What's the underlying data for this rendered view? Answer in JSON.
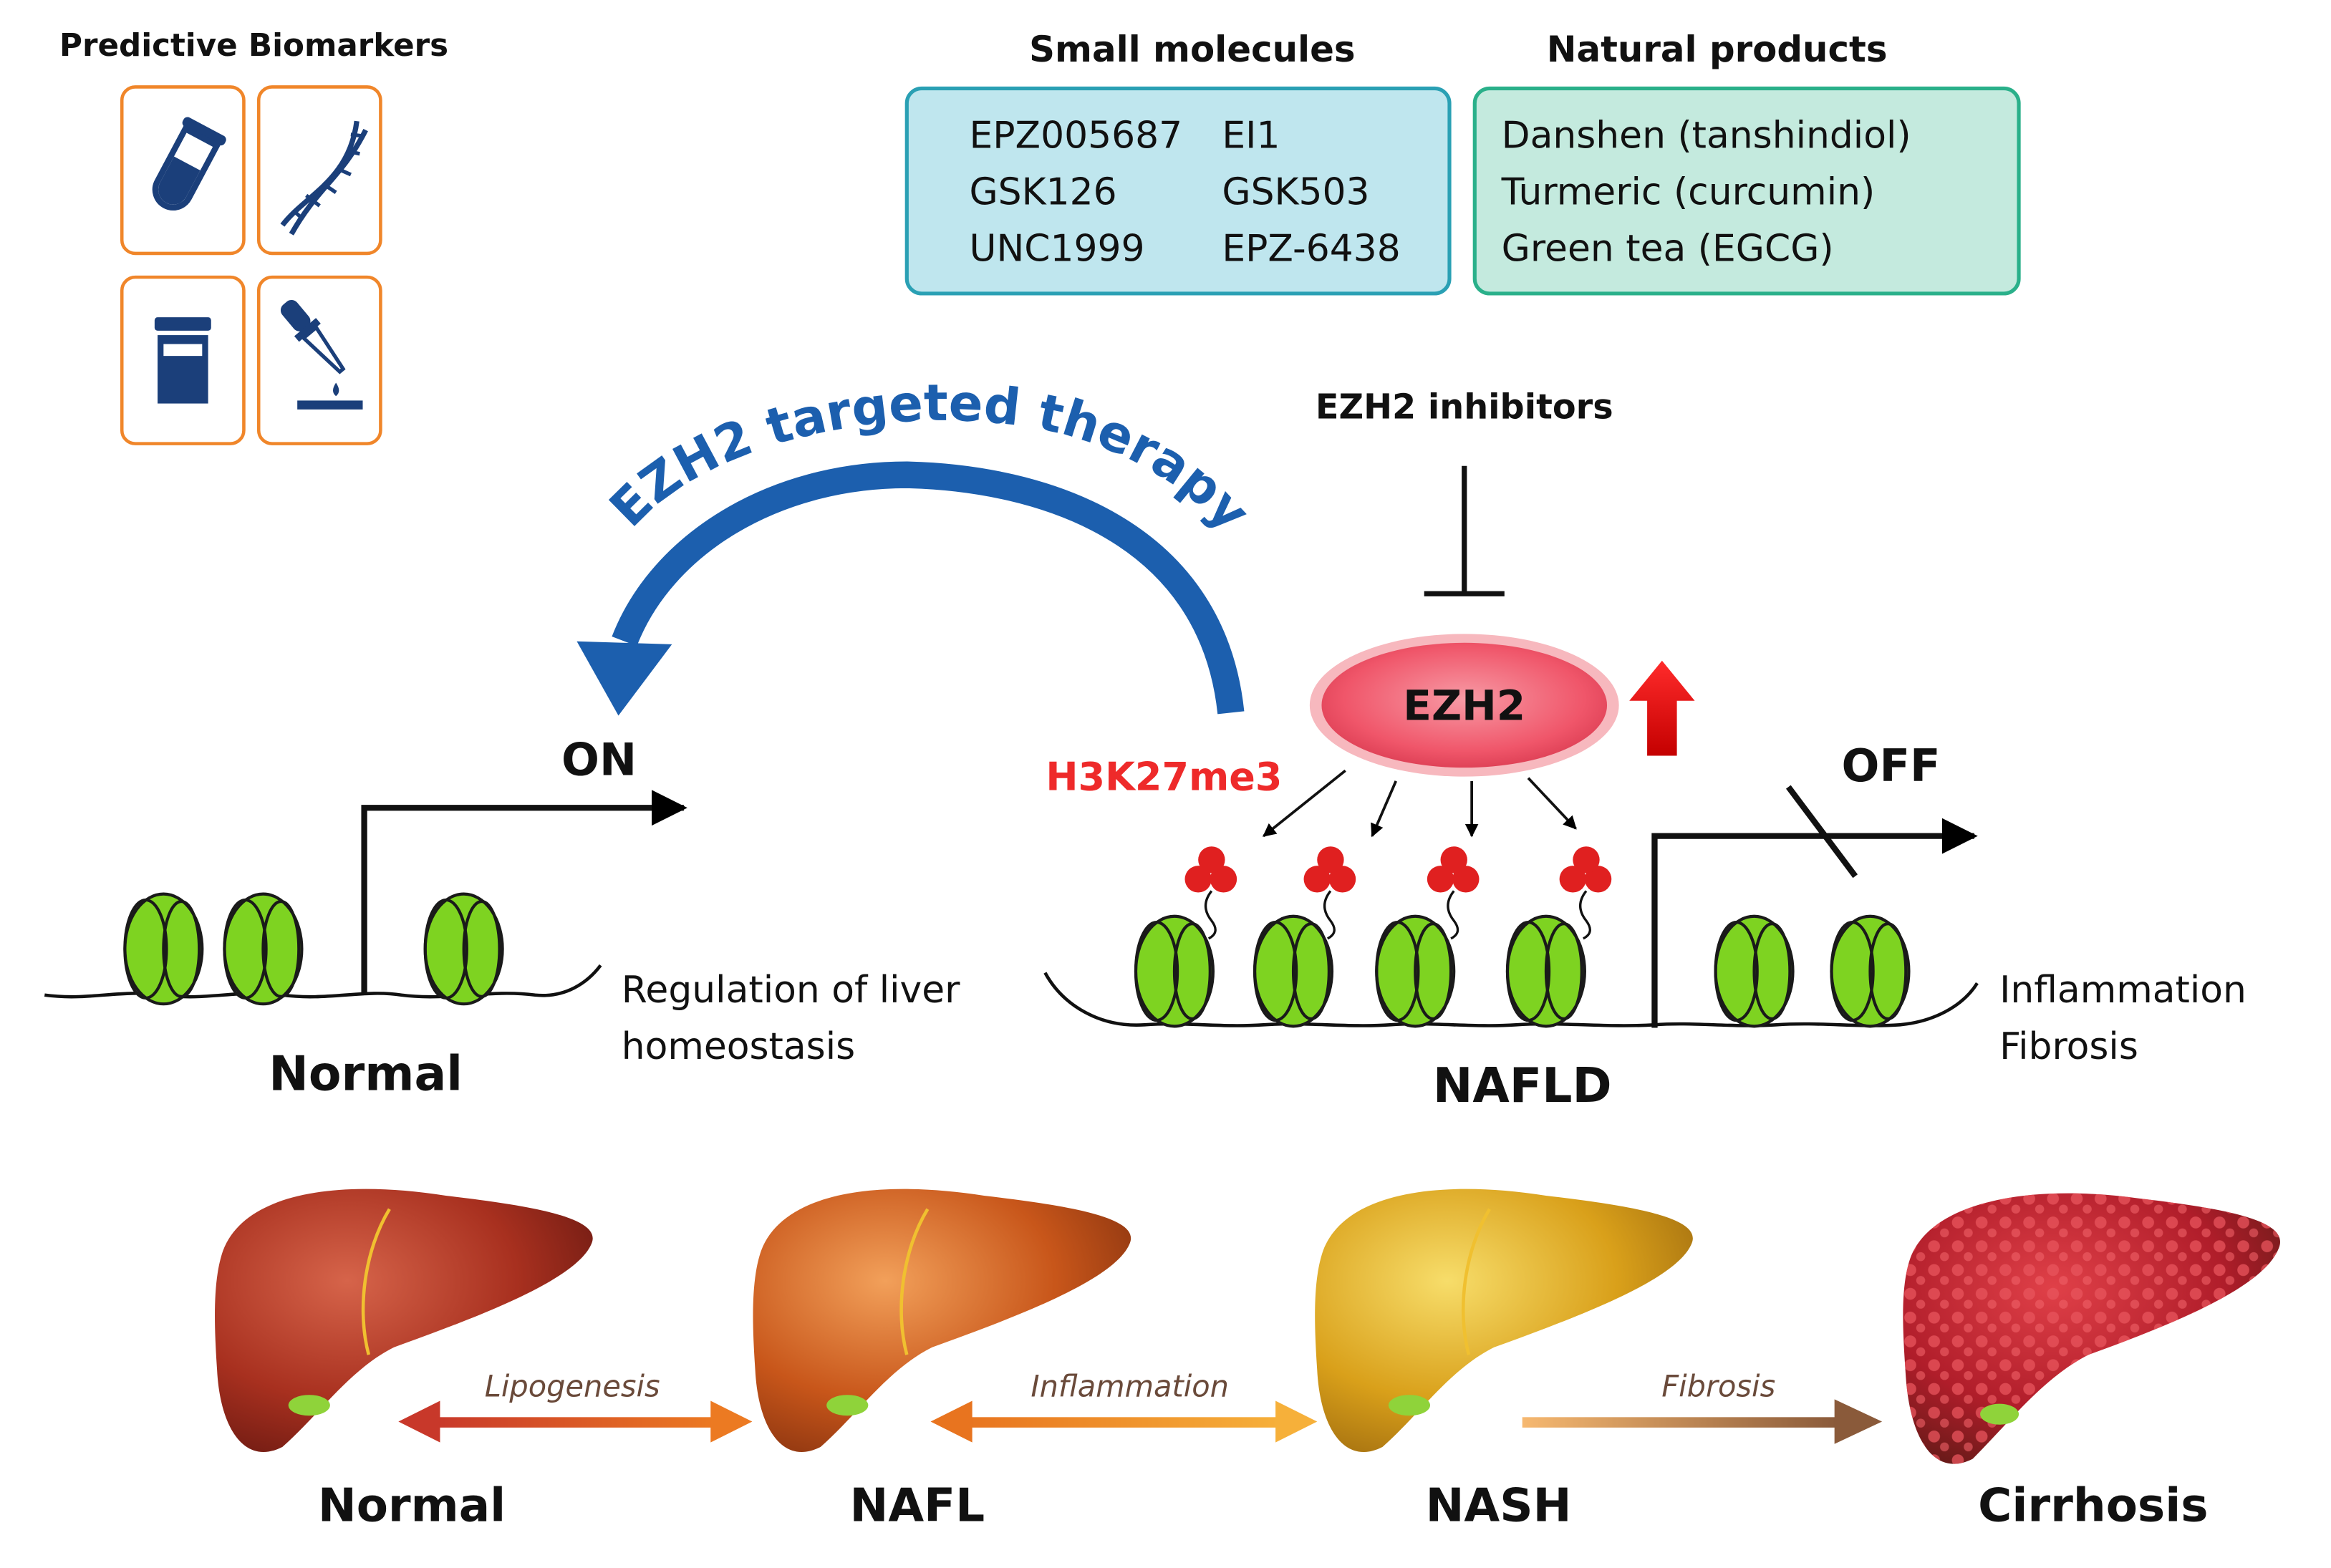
{
  "biomarkers": {
    "title": "Predictive Biomarkers",
    "icons": [
      "test-tube-icon",
      "dna-icon",
      "specimen-jar-icon",
      "dropper-slide-icon"
    ]
  },
  "small_molecules": {
    "title": "Small molecules",
    "items": [
      "EPZ005687",
      "EI1",
      "GSK126",
      "GSK503",
      "UNC1999",
      "EPZ-6438"
    ]
  },
  "natural_products": {
    "title": "Natural products",
    "items": [
      "Danshen (tanshindiol)",
      "Turmeric (curcumin)",
      "Green tea (EGCG)"
    ]
  },
  "therapy": {
    "label": "EZH2 targeted therapy"
  },
  "inhibitors": {
    "label": "EZH2 inhibitors"
  },
  "ezh2": {
    "label": "EZH2",
    "mark": "H3K27me3"
  },
  "normal_panel": {
    "switch": "ON",
    "description_line1": "Regulation of liver",
    "description_line2": "homeostasis",
    "title": "Normal"
  },
  "nafld_panel": {
    "switch": "OFF",
    "description_line1": "Inflammation",
    "description_line2": "Fibrosis",
    "title": "NAFLD"
  },
  "progression": {
    "stages": [
      "Normal",
      "NAFL",
      "NASH",
      "Cirrhosis"
    ],
    "transitions": [
      "Lipogenesis",
      "Inflammation",
      "Fibrosis"
    ]
  },
  "colors": {
    "therapy_blue": "#1c5fae",
    "ezh2_red": "#f0566a",
    "mark_red": "#ee2a2a",
    "nucleosome_green": "#7ed321",
    "biomarker_orange": "#f0862a",
    "small_molecules_fill": "#bfe6ee",
    "natural_products_fill": "#c4eade",
    "liver_normal": "#a8301f",
    "liver_nafl": "#c8561a",
    "liver_nash": "#d9a01a",
    "liver_cirrhosis": "#b01d2a"
  }
}
